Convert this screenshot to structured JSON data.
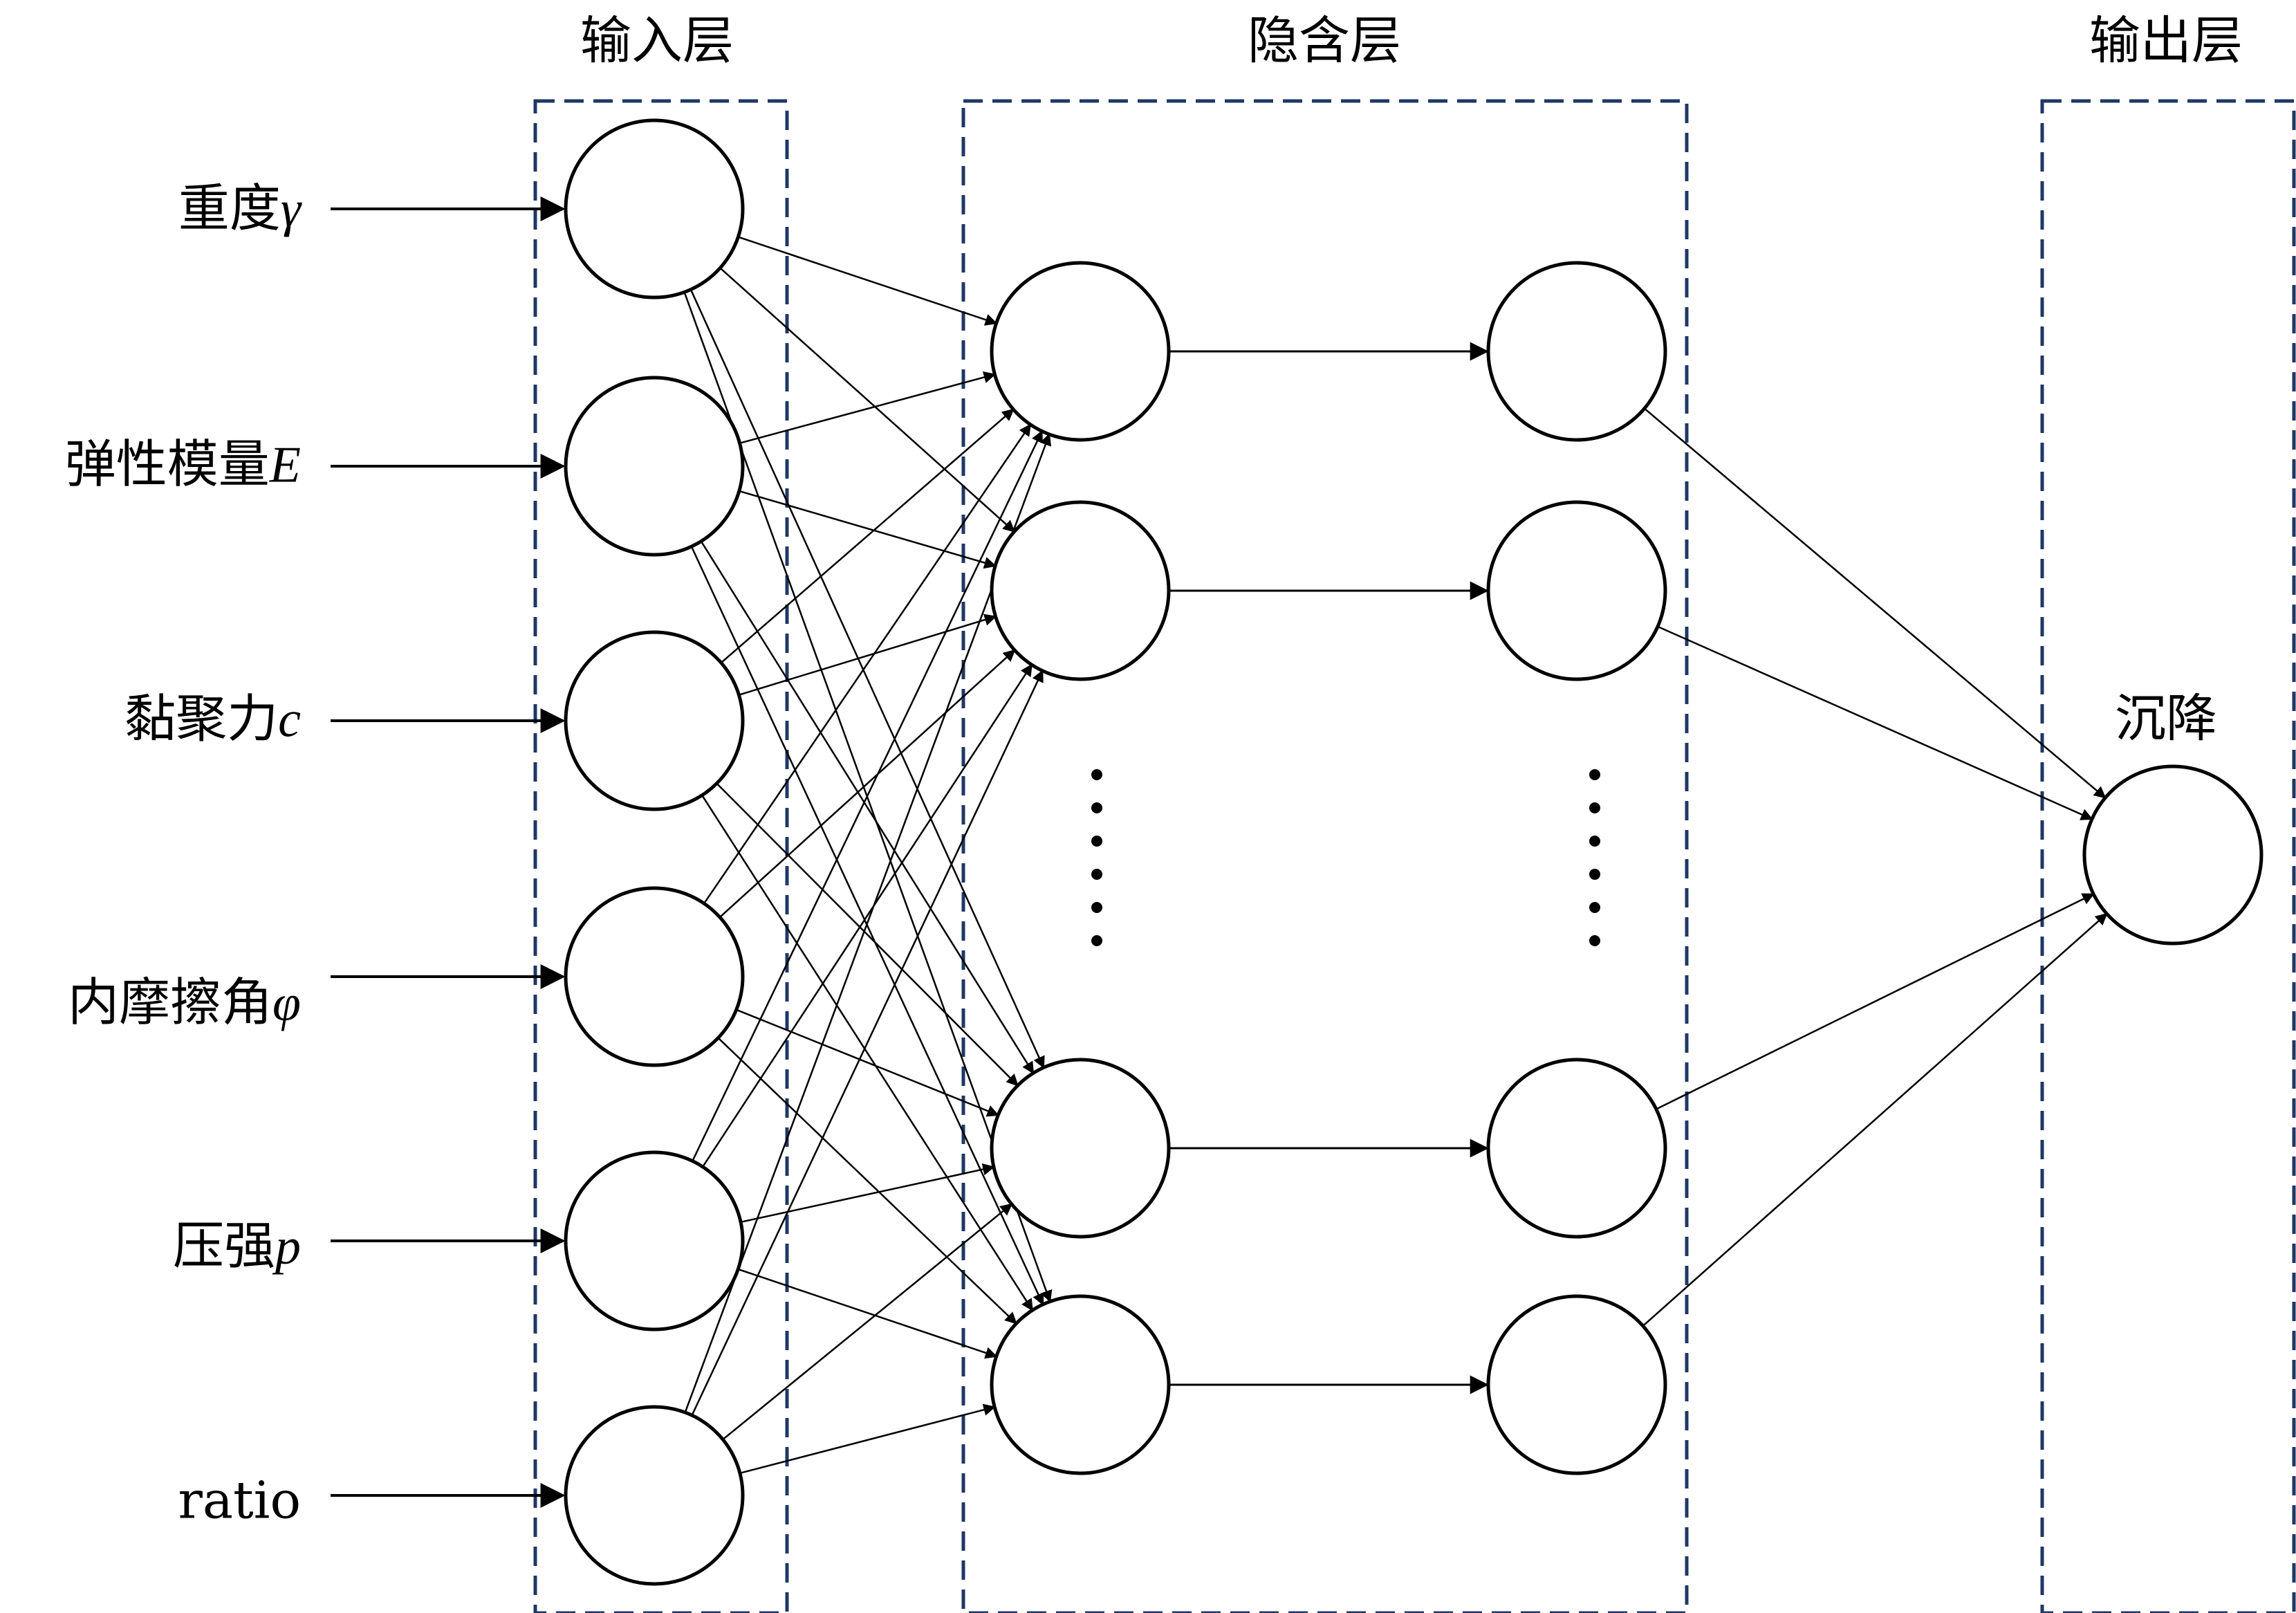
{
  "layers": {
    "input_title": "输入层",
    "hidden_title": "隐含层",
    "output_title": "输出层"
  },
  "inputs": [
    {
      "name": "重度",
      "symbol": "γ"
    },
    {
      "name": "弹性模量",
      "symbol": "E"
    },
    {
      "name": "黏聚力",
      "symbol": "c"
    },
    {
      "name": "内摩擦角",
      "symbol": "φ"
    },
    {
      "name": "压强",
      "symbol": "p"
    },
    {
      "name": "ratio",
      "symbol": ""
    }
  ],
  "output": {
    "name": "沉降"
  },
  "colors": {
    "box_border": "#1f3864",
    "line": "#000000",
    "node_fill": "#ffffff"
  }
}
